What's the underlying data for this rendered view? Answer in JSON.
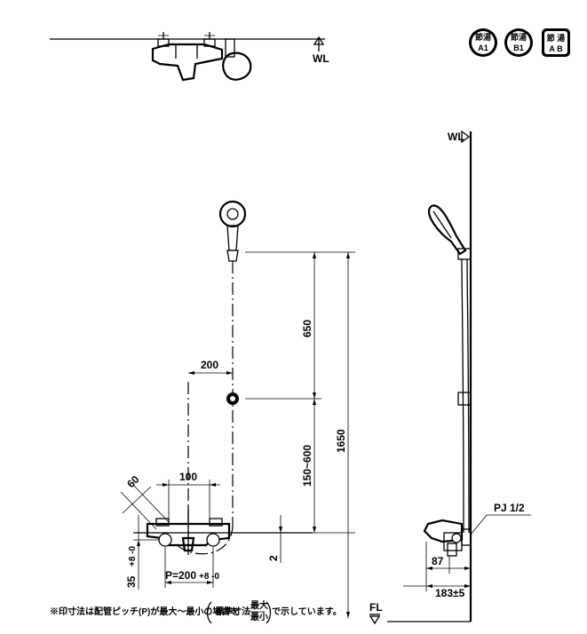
{
  "badges": [
    {
      "line1": "節湯",
      "line2": "A1"
    },
    {
      "line1": "節湯",
      "line2": "B1"
    },
    {
      "line1": "節 湯",
      "line2": "A B"
    }
  ],
  "labels": {
    "wl_top": "WL",
    "wl_side": "WL",
    "fl": "FL",
    "pj": "PJ 1/2"
  },
  "dimensions": {
    "d200": "200",
    "d650": "650",
    "d1650": "1650",
    "d150_600": "150~600",
    "d100": "100",
    "d60": "60",
    "d2": "2",
    "d35": "35",
    "d35_tol": "+8 -0",
    "pitch": "P=200",
    "pitch_tol": "+8 -0",
    "d87": "87",
    "d183": "183±5"
  },
  "note": {
    "prefix": "※印寸法は配管ピッチ(P)が最大～最小の場合を",
    "bracket_main": "標準寸法",
    "bracket_max": "最大",
    "bracket_min": "最小",
    "suffix": "で示しています。"
  }
}
